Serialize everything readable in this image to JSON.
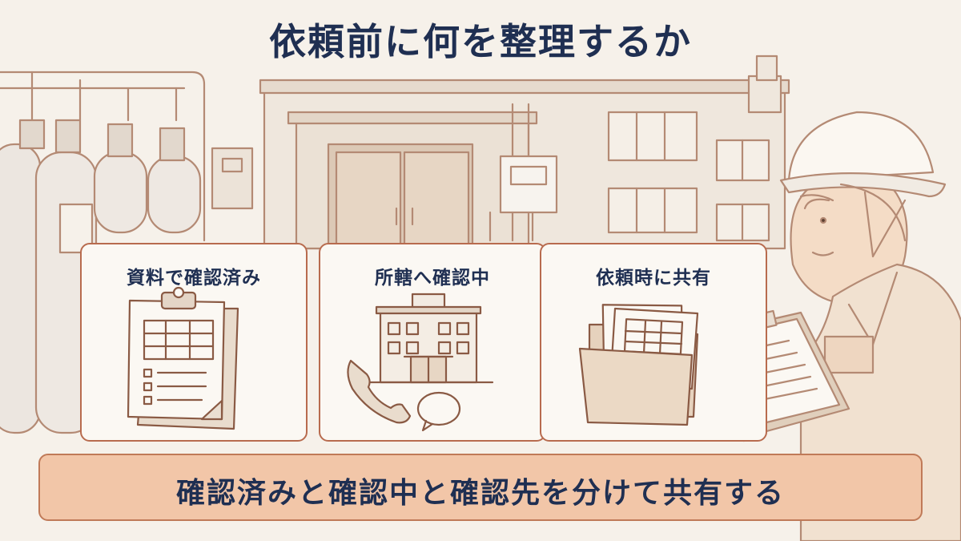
{
  "title": "依頼前に何を整理するか",
  "cards": [
    {
      "label": "資料で確認済み",
      "icon": "clipboard-checklist-icon"
    },
    {
      "label": "所轄へ確認中",
      "icon": "office-building-phone-icon"
    },
    {
      "label": "依頼時に共有",
      "icon": "folder-documents-icon"
    }
  ],
  "banner": {
    "text": "確認済みと確認中と確認先を分けて共有する"
  },
  "colors": {
    "title": "#1f2f52",
    "card_border": "#b86b4e",
    "banner_fill": "#f2c6a8",
    "line_art": "#8a5a44"
  }
}
